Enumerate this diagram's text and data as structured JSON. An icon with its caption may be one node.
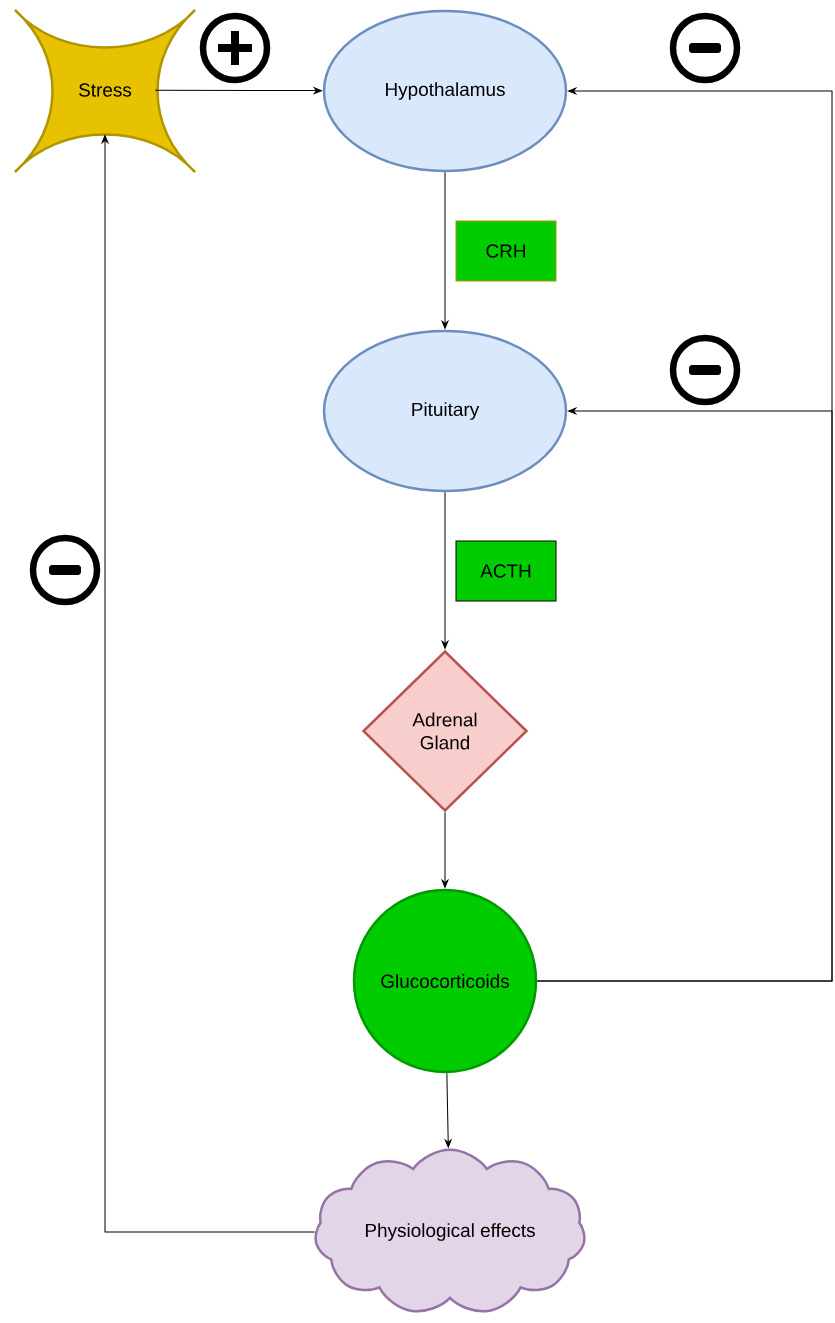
{
  "diagram": {
    "nodes": [
      {
        "text": [
          "Stress"
        ]
      },
      {
        "text": [
          "Hypothalamus"
        ]
      },
      {
        "text": [
          "CRH"
        ]
      },
      {
        "text": [
          "Pituitary"
        ]
      },
      {
        "text": [
          "ACTH"
        ]
      },
      {
        "text": [
          "Adrenal Gland"
        ]
      },
      {
        "text": [
          "Glucocorticoids"
        ]
      },
      {
        "text": [
          "Physiological effects"
        ]
      }
    ],
    "edges": [
      {
        "from": 0,
        "to": 1,
        "arrow": "to"
      },
      {
        "from": 1,
        "to": 3,
        "arrow": "to"
      },
      {
        "from": 3,
        "to": 5,
        "arrow": "to"
      },
      {
        "from": 5,
        "to": 6,
        "arrow": "to"
      },
      {
        "from": 6,
        "to": 7,
        "arrow": "to"
      },
      {
        "from": 7,
        "to": 0,
        "arrow": "to"
      },
      {
        "from": 6,
        "to": 3,
        "arrow": "to"
      },
      {
        "from": 6,
        "to": 1,
        "arrow": "to"
      }
    ]
  }
}
